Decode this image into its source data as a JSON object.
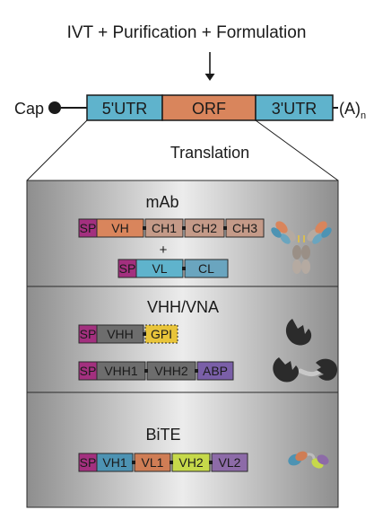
{
  "header": {
    "process_label": "IVT + Purification + Formulation"
  },
  "mrna": {
    "cap_label": "Cap",
    "utr5_label": "5'UTR",
    "orf_label": "ORF",
    "utr3_label": "3'UTR",
    "polya_label": "(A)",
    "polya_subscript": "n"
  },
  "translation_label": "Translation",
  "colors": {
    "utr": "#5fb3cc",
    "orf": "#d9855c",
    "sp": "#a3307f",
    "vh_mab": "#d9855c",
    "ch": "#c49a88",
    "vl_mab": "#5fb3cc",
    "cl": "#6aa5bf",
    "vhh": "#6d6d6d",
    "gpi": "#e8c43a",
    "abp": "#7a5fa8",
    "bite_vh1": "#4d93b3",
    "bite_vl1": "#cf7d55",
    "bite_vh2": "#c6d94a",
    "bite_vl2": "#8d6ba8",
    "panel_edge": "#8e8e8e",
    "panel_center": "#ececec"
  },
  "panels": {
    "mab": {
      "title": "mAb",
      "heavy_chain": [
        "SP",
        "VH",
        "CH1",
        "CH2",
        "CH3"
      ],
      "plus": "+",
      "light_chain": [
        "SP",
        "VL",
        "CL"
      ],
      "icon": "antibody-icon"
    },
    "vhh": {
      "title": "VHH/VNA",
      "construct1": [
        "SP",
        "VHH",
        "GPI"
      ],
      "construct2": [
        "SP",
        "VHH1",
        "VHH2",
        "ABP"
      ],
      "icon1": "single-domain-antibody-icon",
      "icon2": "bivalent-nanobody-icon"
    },
    "bite": {
      "title": "BiTE",
      "construct": [
        "SP",
        "VH1",
        "VL1",
        "VH2",
        "VL2"
      ],
      "icon": "bispecific-tcell-engager-icon"
    }
  }
}
